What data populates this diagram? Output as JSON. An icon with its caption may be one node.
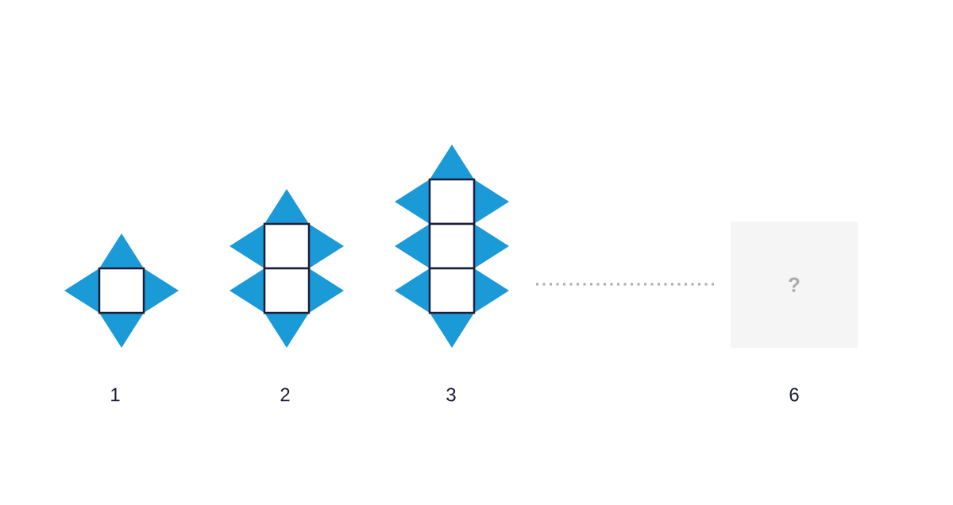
{
  "diagram": {
    "nodes": [
      {
        "text": [
          "?"
        ]
      }
    ],
    "labels": [
      "1",
      "2",
      "3",
      "6"
    ]
  }
}
